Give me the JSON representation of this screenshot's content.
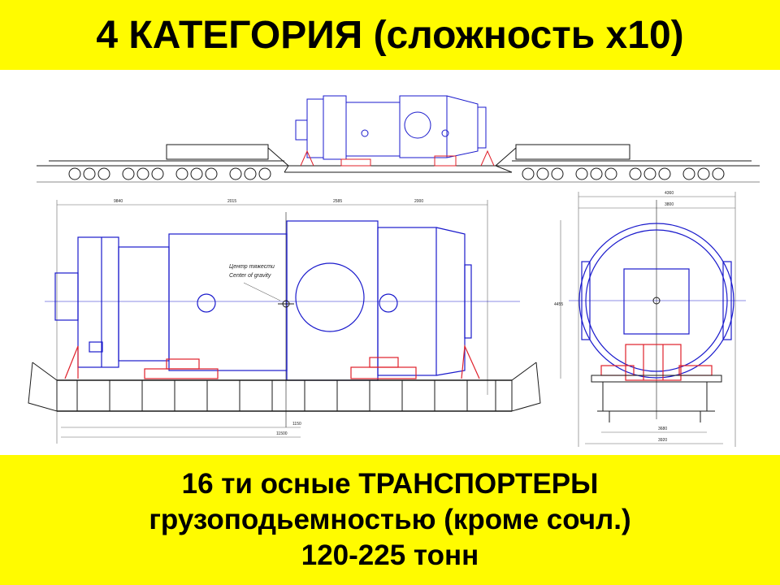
{
  "header": {
    "title": "4 КАТЕГОРИЯ (сложность х10)"
  },
  "drawing": {
    "cg_label_ru": "Центр тяжести",
    "cg_label_en": "Center of gravity",
    "dims_side": {
      "d1": "9840",
      "d2": "2015",
      "d3": "2585",
      "d4": "2000",
      "d5": "1150",
      "d6": "11500"
    },
    "dims_front": {
      "width_top": "4360",
      "width_inner": "3800",
      "height": "4455",
      "base1": "3680",
      "base2": "3920"
    }
  },
  "footer": {
    "line1": "16 ти осные  ТРАНСПОРТЕРЫ",
    "line2": "грузоподьемностью  (кроме сочл.)",
    "line3": "120-225 тонн"
  },
  "colors": {
    "banner": "#fffb00",
    "cargo_lines": "#1a1acc",
    "support_lines": "#e0202a",
    "frame_lines": "#1a1a1a"
  }
}
